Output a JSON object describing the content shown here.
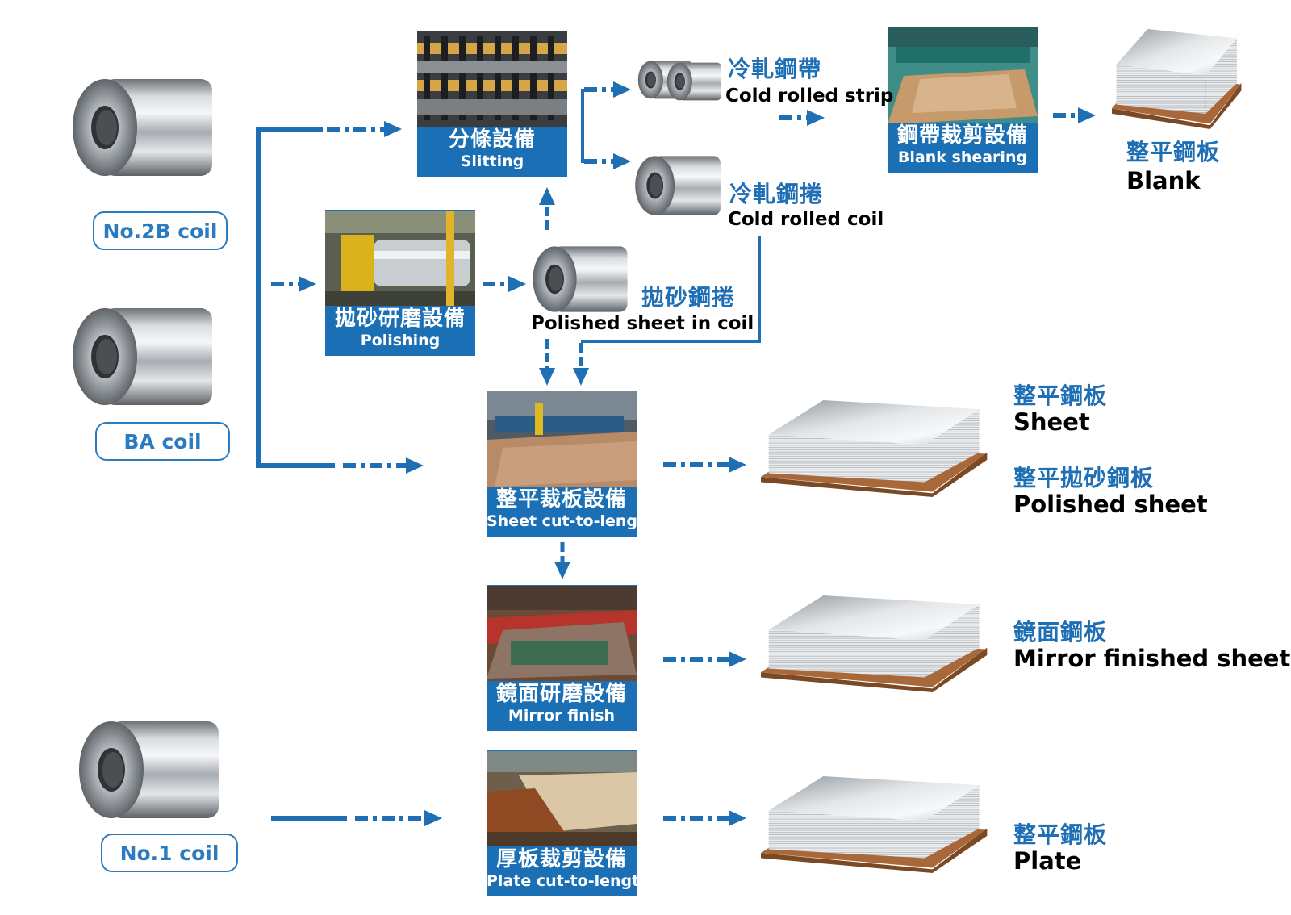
{
  "inputs": {
    "no2b": "No.2B coil",
    "ba": "BA coil",
    "no1": "No.1 coil"
  },
  "equipment": {
    "slitting": {
      "zh": "分條設備",
      "en": "Slitting"
    },
    "polishing": {
      "zh": "拋砂研磨設備",
      "en": "Polishing"
    },
    "blank_shearing": {
      "zh": "鋼帶裁剪設備",
      "en": "Blank shearing"
    },
    "sheet_ctl": {
      "zh": "整平裁板設備",
      "en": "Sheet cut-to-length"
    },
    "mirror": {
      "zh": "鏡面研磨設備",
      "en": "Mirror finish"
    },
    "plate_ctl": {
      "zh": "厚板裁剪設備",
      "en": "Plate cut-to-length"
    }
  },
  "intermediate": {
    "cold_strip": {
      "zh": "冷軋鋼帶",
      "en": "Cold rolled strip"
    },
    "cold_coil": {
      "zh": "冷軋鋼捲",
      "en": "Cold rolled coil"
    },
    "polished_coil": {
      "zh": "拋砂鋼捲",
      "en": "Polished sheet in coil"
    }
  },
  "products": {
    "blank": {
      "zh": "整平鋼板",
      "en": "Blank"
    },
    "sheet": {
      "zh": "整平鋼板",
      "en": "Sheet"
    },
    "polished_sheet": {
      "zh": "整平拋砂鋼板",
      "en": "Polished sheet"
    },
    "mirror_sheet": {
      "zh": "鏡面鋼板",
      "en": "Mirror finished sheet"
    },
    "plate": {
      "zh": "整平鋼板",
      "en": "Plate"
    }
  },
  "colors": {
    "arrow_blue": "#1f6fb5",
    "equip_blue": "#1b6fb4",
    "label_blue": "#1f6fb5"
  }
}
